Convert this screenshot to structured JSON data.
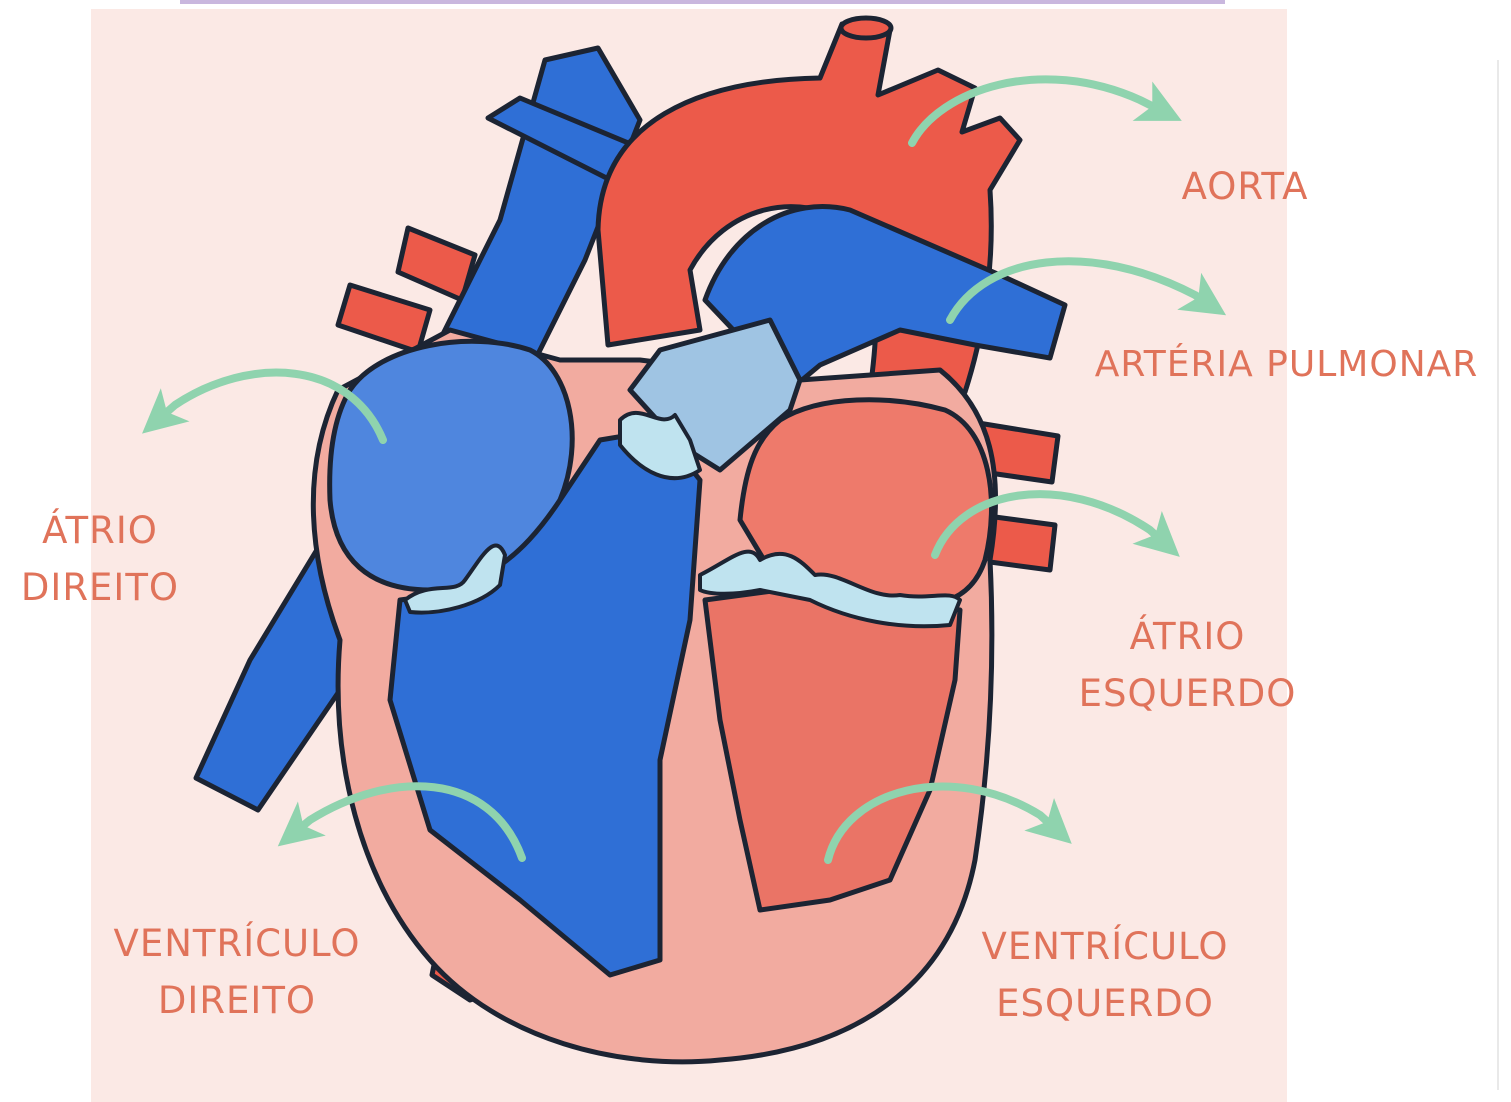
{
  "labels": {
    "aorta": "AORTA",
    "pulmonary_artery": "ARTÉRIA PULMONAR",
    "right_atrium": [
      "ÁTRIO",
      "DIREITO"
    ],
    "left_atrium": [
      "ÁTRIO",
      "ESQUERDO"
    ],
    "right_ventricle": [
      "VENTRÍCULO",
      "DIREITO"
    ],
    "left_ventricle": [
      "VENTRÍCULO",
      "ESQUERDO"
    ]
  },
  "colors": {
    "background": "#fbe9e5",
    "label_text": "#e0735a",
    "arrow": "#8fd3ae",
    "venous_blue": "#2f6fd6",
    "arterial_red": "#ec5a4a",
    "tissue_pink": "#f2aba0",
    "outline": "#1c2433",
    "valve": "#bfe3ef"
  }
}
